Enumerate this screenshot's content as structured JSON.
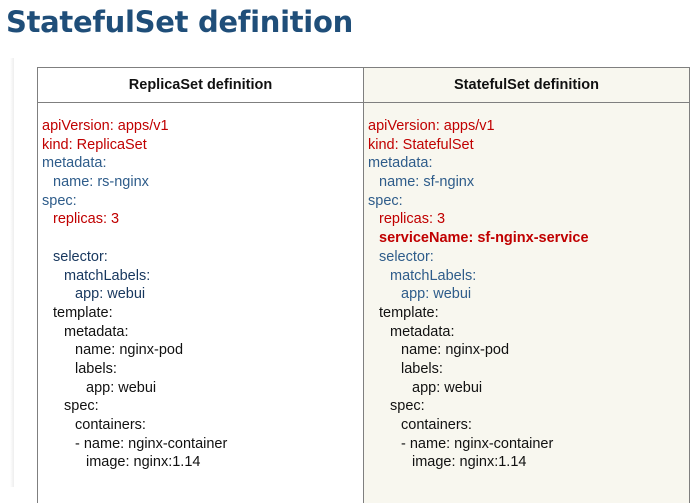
{
  "title": "StatefulSet definition",
  "table": {
    "headers": [
      "ReplicaSet definition",
      "StatefulSet definition"
    ],
    "left": [
      {
        "indent": 0,
        "text": "apiVersion: apps/v1",
        "color": "red"
      },
      {
        "indent": 0,
        "text": "kind: ReplicaSet",
        "color": "red"
      },
      {
        "indent": 0,
        "text": "metadata:",
        "color": "blue"
      },
      {
        "indent": 1,
        "text": "name: rs-nginx",
        "color": "blue"
      },
      {
        "indent": 0,
        "text": "spec:",
        "color": "blue"
      },
      {
        "indent": 1,
        "text": "replicas: 3",
        "color": "red"
      },
      {
        "indent": 0,
        "text": "",
        "color": "dark"
      },
      {
        "indent": 1,
        "text": "selector:",
        "color": "navy"
      },
      {
        "indent": 2,
        "text": "matchLabels:",
        "color": "navy"
      },
      {
        "indent": 3,
        "text": "app: webui",
        "color": "navy"
      },
      {
        "indent": 1,
        "text": "template:",
        "color": "dark"
      },
      {
        "indent": 2,
        "text": "metadata:",
        "color": "dark"
      },
      {
        "indent": 3,
        "text": "name: nginx-pod",
        "color": "dark"
      },
      {
        "indent": 3,
        "text": "labels:",
        "color": "dark"
      },
      {
        "indent": 4,
        "text": "app: webui",
        "color": "dark"
      },
      {
        "indent": 2,
        "text": "spec:",
        "color": "dark"
      },
      {
        "indent": 3,
        "text": "containers:",
        "color": "dark"
      },
      {
        "indent": 3,
        "text": "- name: nginx-container",
        "color": "dark"
      },
      {
        "indent": 4,
        "text": "image: nginx:1.14",
        "color": "dark"
      }
    ],
    "right": [
      {
        "indent": 0,
        "text": "apiVersion: apps/v1",
        "color": "red"
      },
      {
        "indent": 0,
        "text": "kind: StatefulSet",
        "color": "red"
      },
      {
        "indent": 0,
        "text": "metadata:",
        "color": "blue"
      },
      {
        "indent": 1,
        "text": "name: sf-nginx",
        "color": "blue"
      },
      {
        "indent": 0,
        "text": "spec:",
        "color": "blue"
      },
      {
        "indent": 1,
        "text": "replicas: 3",
        "color": "red"
      },
      {
        "indent": 1,
        "text": "serviceName: sf-nginx-service",
        "color": "red",
        "bold": true
      },
      {
        "indent": 1,
        "text": "selector:",
        "color": "blue"
      },
      {
        "indent": 2,
        "text": "matchLabels:",
        "color": "blue"
      },
      {
        "indent": 3,
        "text": "app: webui",
        "color": "blue"
      },
      {
        "indent": 1,
        "text": "template:",
        "color": "dark"
      },
      {
        "indent": 2,
        "text": "metadata:",
        "color": "dark"
      },
      {
        "indent": 3,
        "text": "name: nginx-pod",
        "color": "dark"
      },
      {
        "indent": 3,
        "text": "labels:",
        "color": "dark"
      },
      {
        "indent": 4,
        "text": "app: webui",
        "color": "dark"
      },
      {
        "indent": 2,
        "text": "spec:",
        "color": "dark"
      },
      {
        "indent": 3,
        "text": "containers:",
        "color": "dark"
      },
      {
        "indent": 3,
        "text": "- name: nginx-container",
        "color": "dark"
      },
      {
        "indent": 4,
        "text": "image: nginx:1.14",
        "color": "dark"
      }
    ]
  }
}
